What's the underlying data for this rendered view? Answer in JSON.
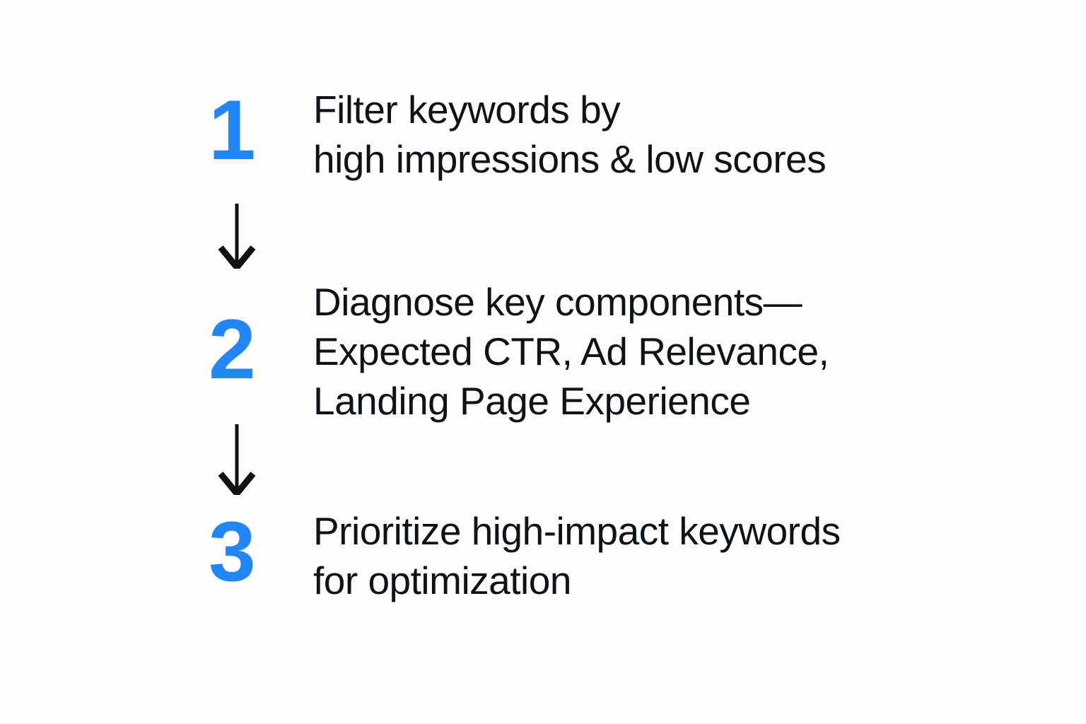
{
  "theme": {
    "background": "#fdfdfd",
    "accent_blue": "#2286f4",
    "text_black": "#0f1216",
    "arrow_black": "#111111"
  },
  "steps": [
    {
      "number": "1",
      "lines": [
        "Filter keywords by",
        "high impressions & low scores"
      ]
    },
    {
      "number": "2",
      "lines": [
        "Diagnose key components—",
        "Expected CTR, Ad Relevance,",
        "Landing Page Experience"
      ]
    },
    {
      "number": "3",
      "lines": [
        "Prioritize high-impact keywords",
        "for optimization"
      ]
    }
  ],
  "connectors": [
    {
      "name": "arrow-step-1-to-2",
      "direction": "down"
    },
    {
      "name": "arrow-step-2-to-3",
      "direction": "down"
    }
  ]
}
